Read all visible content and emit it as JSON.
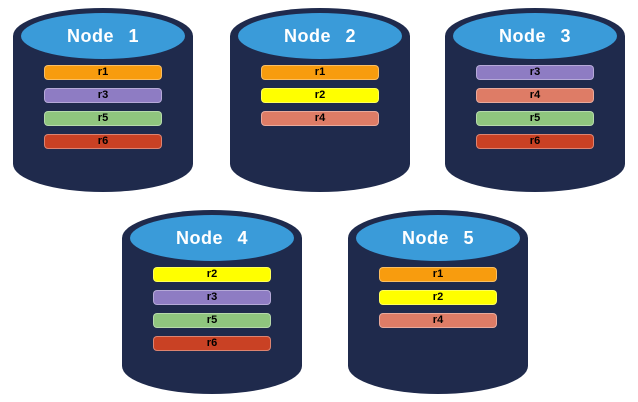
{
  "colors": {
    "background": "#FFFFFF",
    "cylinder_body": "#1F2A4C",
    "cylinder_top": "#3A9BD9",
    "node_title_text": "#FFFFFF",
    "replica_label_text": "#000000"
  },
  "replica_colors": {
    "r1": "#F89C0E",
    "r2": "#FFFF00",
    "r3": "#8E7CC3",
    "r4": "#DE7C66",
    "r5": "#8FC57E",
    "r6": "#C94124"
  },
  "nodes": [
    {
      "title": "Node 1",
      "replicas": [
        {
          "label": "r1",
          "color": "#F89C0E"
        },
        {
          "label": "r3",
          "color": "#8E7CC3"
        },
        {
          "label": "r5",
          "color": "#8FC57E"
        },
        {
          "label": "r6",
          "color": "#C94124"
        }
      ]
    },
    {
      "title": "Node 2",
      "replicas": [
        {
          "label": "r1",
          "color": "#F89C0E"
        },
        {
          "label": "r2",
          "color": "#FFFF00"
        },
        {
          "label": "r4",
          "color": "#DE7C66"
        }
      ]
    },
    {
      "title": "Node 3",
      "replicas": [
        {
          "label": "r3",
          "color": "#8E7CC3"
        },
        {
          "label": "r4",
          "color": "#DE7C66"
        },
        {
          "label": "r5",
          "color": "#8FC57E"
        },
        {
          "label": "r6",
          "color": "#C94124"
        }
      ]
    },
    {
      "title": "Node 4",
      "replicas": [
        {
          "label": "r2",
          "color": "#FFFF00"
        },
        {
          "label": "r3",
          "color": "#8E7CC3"
        },
        {
          "label": "r5",
          "color": "#8FC57E"
        },
        {
          "label": "r6",
          "color": "#C94124"
        }
      ]
    },
    {
      "title": "Node 5",
      "replicas": [
        {
          "label": "r1",
          "color": "#F89C0E"
        },
        {
          "label": "r2",
          "color": "#FFFF00"
        },
        {
          "label": "r4",
          "color": "#DE7C66"
        }
      ]
    }
  ]
}
